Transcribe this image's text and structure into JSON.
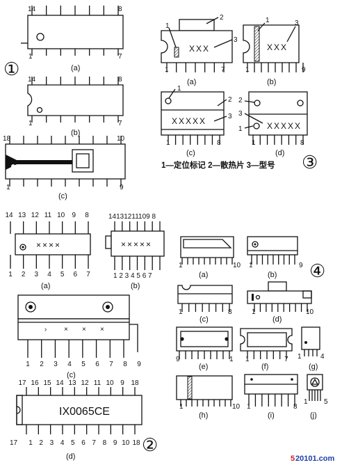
{
  "groups": {
    "g1": "①",
    "g2": "②",
    "g3": "③",
    "g4": "④"
  },
  "g1": {
    "a": {
      "caption": "(a)",
      "pin_tl": "14",
      "pin_tr": "8",
      "pin_bl": "1",
      "pin_br": "7"
    },
    "b": {
      "caption": "(b)",
      "pin_tl": "14",
      "pin_tr": "8",
      "pin_bl": "1",
      "pin_br": "7"
    },
    "c": {
      "caption": "(c)",
      "pin_tl": "18",
      "pin_tr": "10",
      "pin_bl": "1",
      "pin_br": "9"
    }
  },
  "g3": {
    "a": {
      "caption": "(a)",
      "mark": "XXX",
      "lbl1": "1",
      "lbl2": "2",
      "lbl3": "3",
      "pin_l": "1",
      "pin_r": "7"
    },
    "b": {
      "caption": "(b)",
      "mark": "XXX",
      "lbl1": "1",
      "lbl3": "3",
      "pin_l": "1",
      "pin_r": "9"
    },
    "c": {
      "caption": "(c)",
      "mark": "XXXXX",
      "lbl1": "1",
      "lbl2": "2",
      "lbl3": "3",
      "pin_l": "1",
      "pin_r": "8"
    },
    "d": {
      "caption": "(d)",
      "mark": "XXXXX",
      "lbl1": "1",
      "lbl2": "2",
      "lbl3": "3",
      "pin_l": "1",
      "pin_r": "8"
    },
    "legend": "1—定位标记 2—散热片 3—型号"
  },
  "g2": {
    "a": {
      "caption": "(a)",
      "mark": "××××",
      "top_pins": [
        "14",
        "13",
        "12",
        "11",
        "10",
        "9",
        "8"
      ],
      "bottom_pins": [
        "1",
        "2",
        "3",
        "4",
        "5",
        "6",
        "7"
      ]
    },
    "b": {
      "caption": "(b)",
      "mark": "×××××",
      "top_pins": "14131211109 8",
      "bottom_pins": "1 2 3 4 5 6 7"
    },
    "c": {
      "caption": "(c)",
      "marks": [
        "›",
        "×",
        "×",
        "×"
      ],
      "bottom_pins": [
        "1",
        "2",
        "3",
        "4",
        "5",
        "6",
        "7",
        "8",
        "9"
      ]
    },
    "d": {
      "caption": "(d)",
      "mark": "IX0065CE",
      "top_pins": [
        "17",
        "16",
        "15",
        "14",
        "13",
        "12",
        "11",
        "10",
        "9",
        "18"
      ],
      "top_left": "17",
      "bottom_pins": [
        "1",
        "2",
        "3",
        "4",
        "5",
        "6",
        "7",
        "8",
        "9",
        "10",
        "18"
      ],
      "bottom_left": "17"
    }
  },
  "g4": {
    "a": {
      "caption": "(a)",
      "pin_l": "1",
      "pin_r": "10"
    },
    "b": {
      "caption": "(b)",
      "pin_l": "1",
      "pin_r": "9"
    },
    "c": {
      "caption": "(c)",
      "pin_l": "1",
      "pin_r": "8"
    },
    "d": {
      "caption": "(d)",
      "pin_l": "1",
      "pin_r": "10"
    },
    "e": {
      "caption": "(e)",
      "pin_l": "9",
      "pin_r": "1"
    },
    "f": {
      "caption": "(f)",
      "pin_l": "1",
      "pin_r": "7"
    },
    "g": {
      "caption": "(g)",
      "pin_l": "1",
      "pin_r": "4"
    },
    "h": {
      "caption": "(h)",
      "pin_l": "1",
      "pin_r": "10"
    },
    "i": {
      "caption": "(i)",
      "pin_l": "1",
      "pin_r": "8"
    },
    "j": {
      "caption": "(j)",
      "pin_l": "1",
      "pin_r": "5"
    }
  },
  "watermark": {
    "part1": "5",
    "part2": "20101.com"
  }
}
